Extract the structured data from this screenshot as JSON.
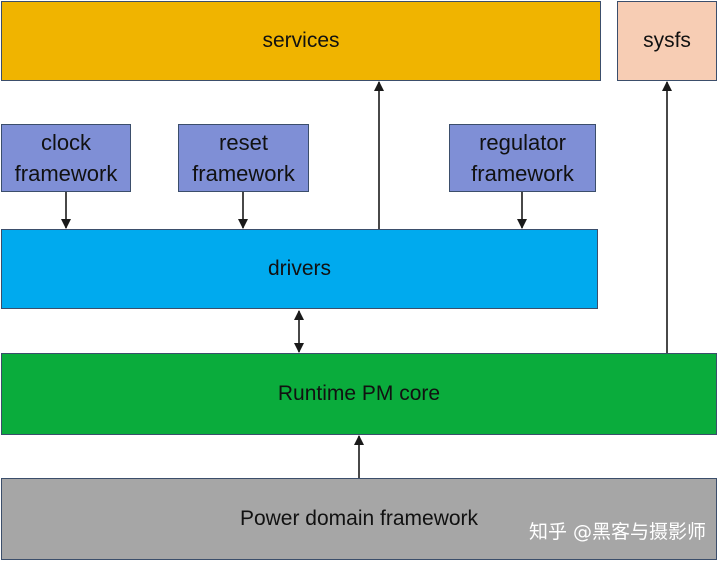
{
  "diagram": {
    "services": "services",
    "sysfs": "sysfs",
    "clock_framework": "clock\nframework",
    "reset_framework": "reset\nframework",
    "regulator_framework": "regulator\nframework",
    "drivers": "drivers",
    "runtime_pm_core": "Runtime PM core",
    "power_domain_framework": "Power domain framework"
  },
  "watermark": "知乎 @黑客与摄影师",
  "colors": {
    "services": "#f0b400",
    "sysfs": "#f7cdb4",
    "frameworks": "#7f8fd6",
    "drivers": "#00aaee",
    "runtime_pm_core": "#0aac3c",
    "power_domain_framework": "#a6a6a6"
  }
}
